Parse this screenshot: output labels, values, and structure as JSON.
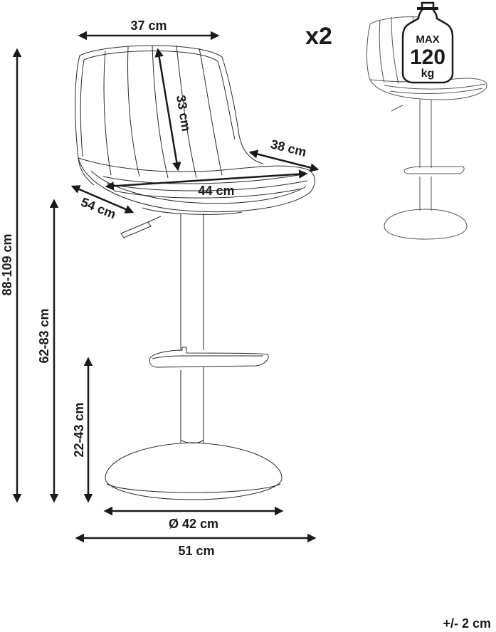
{
  "quantity_label": "x2",
  "tolerance_label": "+/- 2 cm",
  "weight": {
    "max_label": "MAX",
    "value": "120",
    "unit": "kg"
  },
  "dimensions": {
    "seat_top_width": "37 cm",
    "backrest_height": "33 cm",
    "seat_depth": "38 cm",
    "seat_width": "44 cm",
    "seat_diagonal": "54 cm",
    "total_height": "88-109 cm",
    "seat_height": "62-83 cm",
    "footrest_height": "22-43 cm",
    "base_diameter": "Ø 42 cm",
    "total_width": "51 cm"
  }
}
